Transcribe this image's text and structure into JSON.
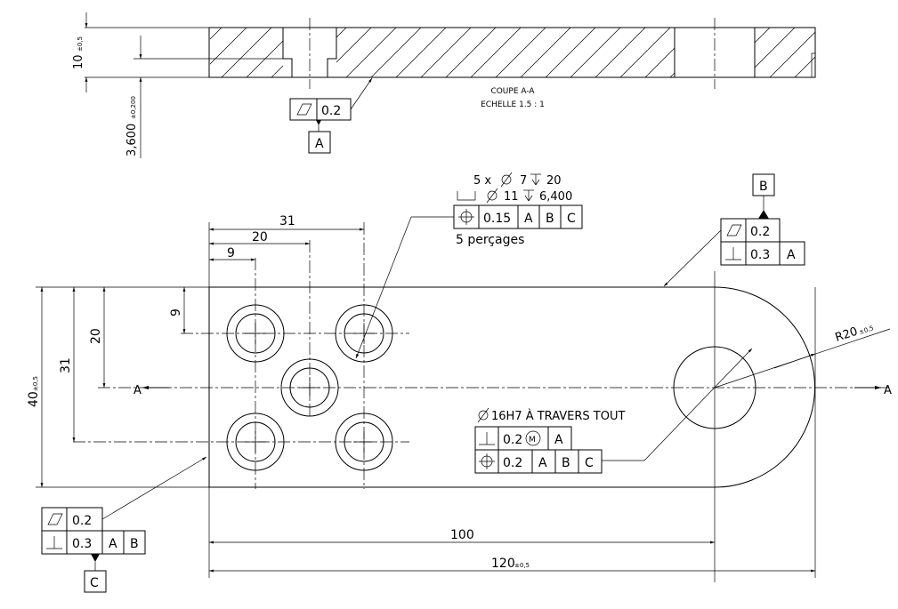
{
  "section_view": {
    "dim_thickness": "10",
    "dim_thickness_tol": "±0,5",
    "dim_depth": "3,600",
    "dim_depth_tol": "±0,200",
    "frame_flatness_value": "0.2",
    "datum_a": "A",
    "title_line1": "COUPE A-A",
    "title_line2": "ECHELLE 1.5 : 1"
  },
  "plan_view": {
    "dim_31": "31",
    "dim_20": "20",
    "dim_9": "9",
    "dim_9_vertical": "9",
    "dim_20_vertical": "20",
    "dim_31_vertical": "31",
    "dim_40": "40",
    "dim_40_tol": "±0,5",
    "dim_100": "100",
    "dim_120": "120",
    "dim_120_tol": "±0,5",
    "radius_label": "R20",
    "radius_tol": "±0,5",
    "section_letter_left": "A",
    "section_letter_right": "A"
  },
  "holes_callout": {
    "line1_count": "5 x",
    "line1_dia": "7",
    "line1_depth": "20",
    "line2_dia": "11",
    "line2_depth": "6,400",
    "position_tol": "0.15",
    "datum1": "A",
    "datum2": "B",
    "datum3": "C",
    "note": "5 perçages"
  },
  "top_right_frame": {
    "datum_b": "B",
    "flatness_value": "0.2",
    "perp_value": "0.3",
    "perp_datum": "A"
  },
  "bottom_left_frame": {
    "flatness_value": "0.2",
    "perp_value": "0.3",
    "perp_datum1": "A",
    "perp_datum2": "B",
    "datum_c": "C"
  },
  "bore_callout": {
    "title": "16H7 À TRAVERS TOUT",
    "perp_value": "0.2",
    "perp_modifier": "M",
    "perp_datum": "A",
    "pos_value": "0.2",
    "pos_datum1": "A",
    "pos_datum2": "B",
    "pos_datum3": "C"
  }
}
